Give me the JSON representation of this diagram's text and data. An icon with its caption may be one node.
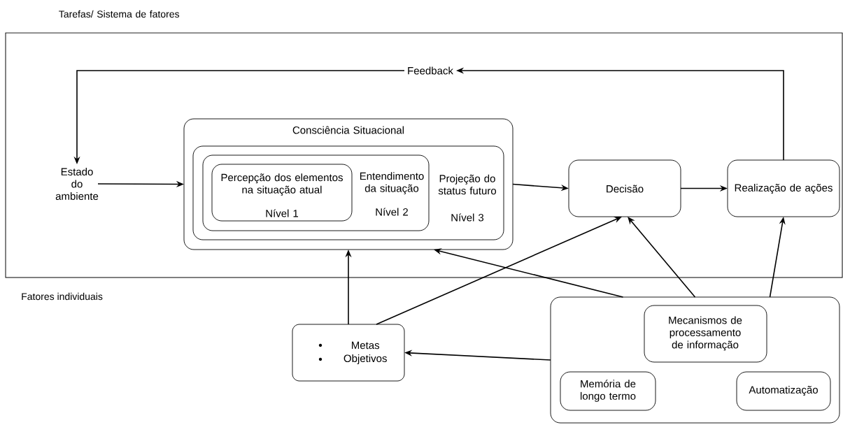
{
  "diagram": {
    "nodes": [
      {
        "text": [
          "Tarefas/ Sistema de fatores"
        ]
      },
      {
        "text": [
          "Estado do ambiente"
        ],
        "in": 0
      },
      {
        "text": [
          "Consciência Situacional"
        ],
        "in": 0
      },
      {
        "text": [
          "Projeção do status futuro",
          "Nível 3"
        ],
        "in": 2
      },
      {
        "text": [
          "Entendimento da situação",
          "Nível 2"
        ],
        "in": 3
      },
      {
        "text": [
          "Percepção dos elementos na situação atual",
          "Nível 1"
        ],
        "in": 4
      },
      {
        "text": [
          "Decisão"
        ],
        "in": 0
      },
      {
        "text": [
          "Realização de ações"
        ],
        "in": 0
      },
      {
        "text": [
          "Feedback"
        ],
        "in": 0
      },
      {
        "text": [
          "Metas",
          "Objetivos"
        ]
      },
      {
        "text": [],
        "shape": "box"
      },
      {
        "text": [
          "Mecanismos de processamento de informação"
        ],
        "in": 10
      },
      {
        "text": [
          "Memória de longo termo"
        ],
        "in": 10
      },
      {
        "text": [
          "Automatização"
        ],
        "in": 10
      }
    ],
    "edges": [
      {
        "from": 1,
        "to": 2,
        "arrow": "to"
      },
      {
        "from": 2,
        "to": 6,
        "arrow": "to"
      },
      {
        "from": 6,
        "to": 7,
        "arrow": "to"
      },
      {
        "from": 7,
        "to": 8,
        "arrow": "to"
      },
      {
        "from": 8,
        "to": 1,
        "arrow": "to"
      },
      {
        "from": 9,
        "to": 2,
        "arrow": "to"
      },
      {
        "from": 9,
        "to": 6,
        "arrow": "to"
      },
      {
        "from": 10,
        "to": 2,
        "arrow": "to"
      },
      {
        "from": 10,
        "to": 6,
        "arrow": "to"
      },
      {
        "from": 10,
        "to": 7,
        "arrow": "to"
      },
      {
        "from": 10,
        "to": 9,
        "arrow": "to"
      }
    ],
    "labels": [
      "Fatores individuais"
    ]
  }
}
